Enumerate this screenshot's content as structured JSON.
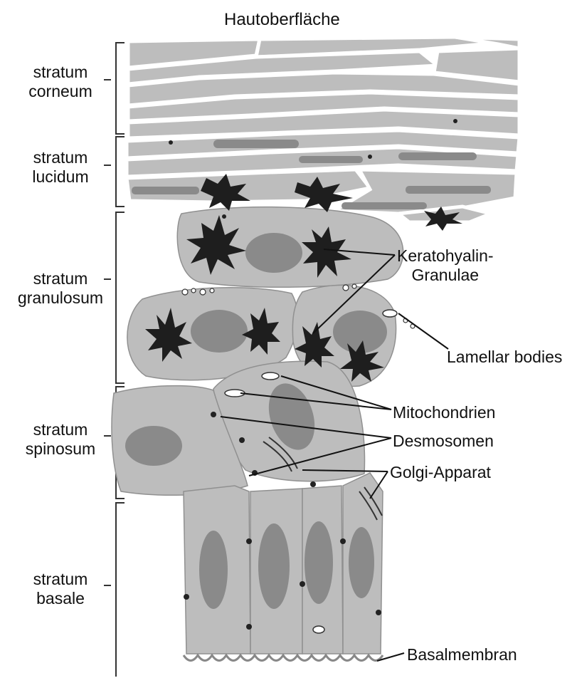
{
  "title": "Hautoberfläche",
  "layers": [
    {
      "id": "corneum",
      "line1": "stratum",
      "line2": "corneum"
    },
    {
      "id": "lucidum",
      "line1": "stratum",
      "line2": "lucidum"
    },
    {
      "id": "granulosum",
      "line1": "stratum",
      "line2": "granulosum"
    },
    {
      "id": "spinosum",
      "line1": "stratum",
      "line2": "spinosum"
    },
    {
      "id": "basale",
      "line1": "stratum",
      "line2": "basale"
    }
  ],
  "annotations": {
    "keratohyalin_line1": "Keratohyalin-",
    "keratohyalin_line2": "Granulae",
    "lamellar": "Lamellar bodies",
    "mitochondrien": "Mitochondrien",
    "desmosomen": "Desmosomen",
    "golgi": "Golgi-Apparat",
    "basalmembran": "Basalmembran"
  },
  "colors": {
    "cell_fill": "#bdbdbd",
    "nucleus_fill": "#8a8a8a",
    "granule_fill": "#1e1e1e",
    "outline": "#555555",
    "text": "#111111"
  }
}
